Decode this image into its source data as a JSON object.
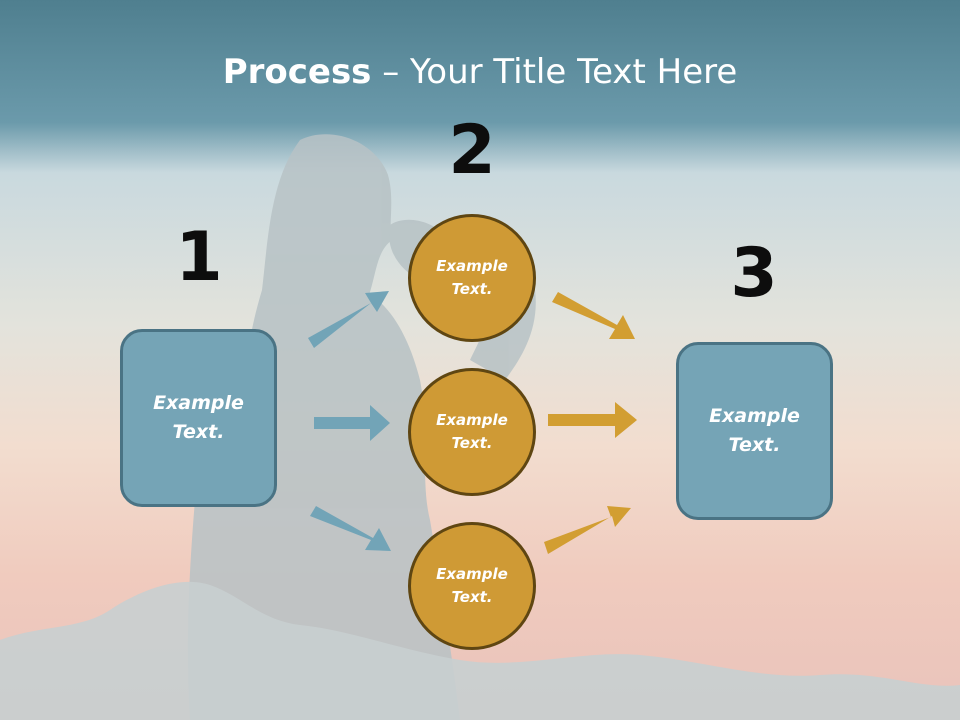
{
  "title": {
    "bold": "Process",
    "rest": " – Your Title Text Here"
  },
  "steps": [
    {
      "number": "1",
      "text": "Example\nText."
    },
    {
      "number": "2",
      "text": ""
    },
    {
      "number": "3",
      "text": "Example\nText."
    }
  ],
  "circles": [
    {
      "text": "Example\nText."
    },
    {
      "text": "Example\nText."
    },
    {
      "text": "Example\nText."
    }
  ],
  "colors": {
    "box_fill": "#75a4b6",
    "circle_fill": "#cf9a35",
    "blue_arrow": "#72a4b7",
    "gold_arrow": "#d29e32"
  }
}
